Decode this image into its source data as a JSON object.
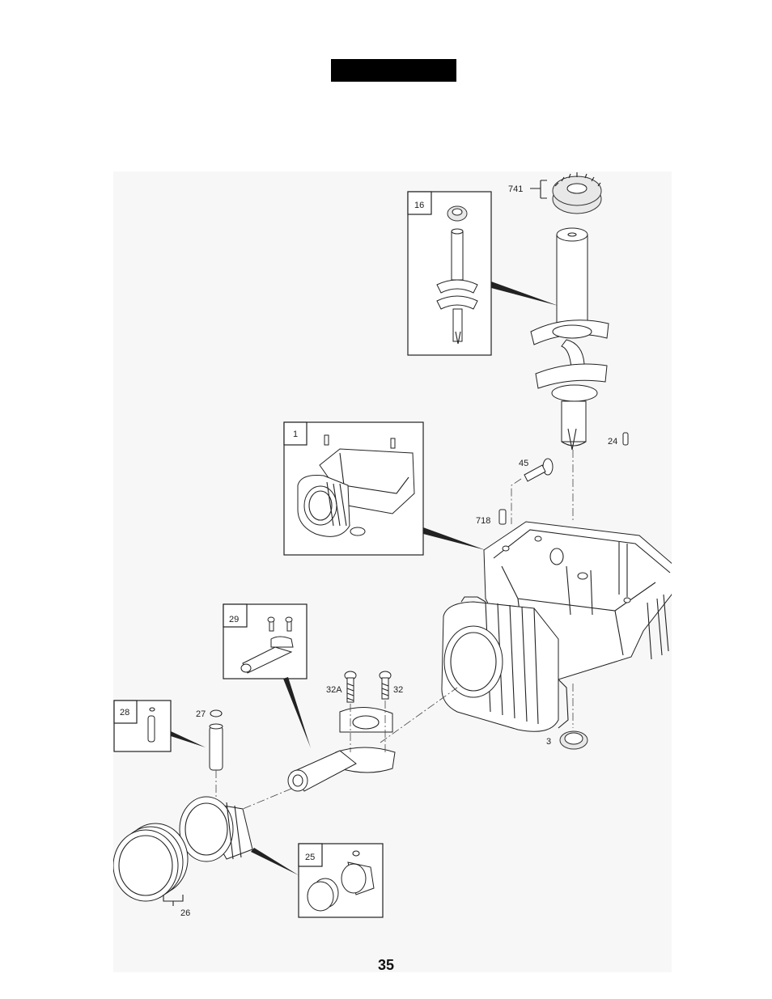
{
  "header": {
    "title_bar_color": "#000000"
  },
  "callouts": {
    "gear": "741",
    "crankshaft_box": "16",
    "pin_24": "24",
    "screw_45": "45",
    "dowel_718": "718",
    "block_box": "1",
    "rod_box": "29",
    "bolt_32a": "32A",
    "bolt_32": "32",
    "wristpin_box": "28",
    "clip_27": "27",
    "seal_3": "3",
    "piston_box": "25",
    "rings_26": "26"
  },
  "footer": {
    "page_number": "35"
  }
}
